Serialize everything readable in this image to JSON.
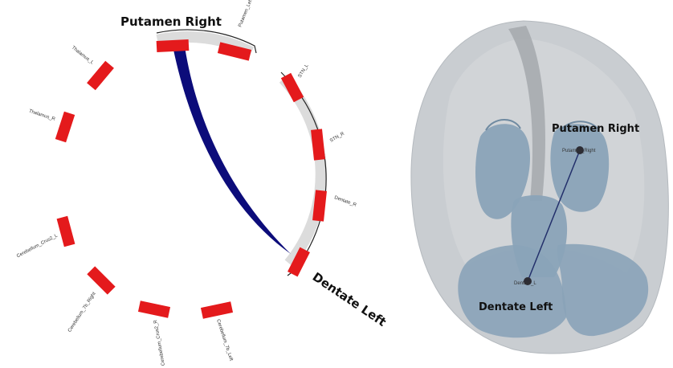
{
  "circos": {
    "callout_top": "Putamen Right",
    "callout_bottom": "Dentate Left",
    "nodes": [
      {
        "id": "putamen_right",
        "label": ""
      },
      {
        "id": "putamen_left",
        "label": "Putamen_Left"
      },
      {
        "id": "stn_l",
        "label": "STN_L"
      },
      {
        "id": "stn_r",
        "label": "STN_R"
      },
      {
        "id": "dentate_r",
        "label": "Dentate_R"
      },
      {
        "id": "dentate_l",
        "label": ""
      },
      {
        "id": "cerebellum_7b_left",
        "label": "Cerebellum_7b_Left"
      },
      {
        "id": "cerebellum_crus2_r",
        "label": "Cerebellum_Crus2_R"
      },
      {
        "id": "cerebellum_7b_right",
        "label": "Cerebellum_7b_Right"
      },
      {
        "id": "cerebellum_crus2_l",
        "label": "Cerebellum_Crus2_L"
      },
      {
        "id": "thalamus_r",
        "label": "Thalamus_R"
      },
      {
        "id": "thalamus_l",
        "label": "Thalamus_L"
      }
    ],
    "link": {
      "from": "Putamen Right",
      "to": "Dentate Left"
    },
    "colors": {
      "segment": "#e41a1c",
      "ribbon": "#0c0c7a",
      "group": "#dcdcdc"
    }
  },
  "brain": {
    "title_top": "Putamen Right",
    "title_bottom": "Dentate Left",
    "small_top": "Putamen_Right",
    "small_bottom": "Dentate_L",
    "colors": {
      "shell": "#c9cdd1",
      "structures": "#8aa3b8",
      "edge": "#23306b"
    }
  }
}
